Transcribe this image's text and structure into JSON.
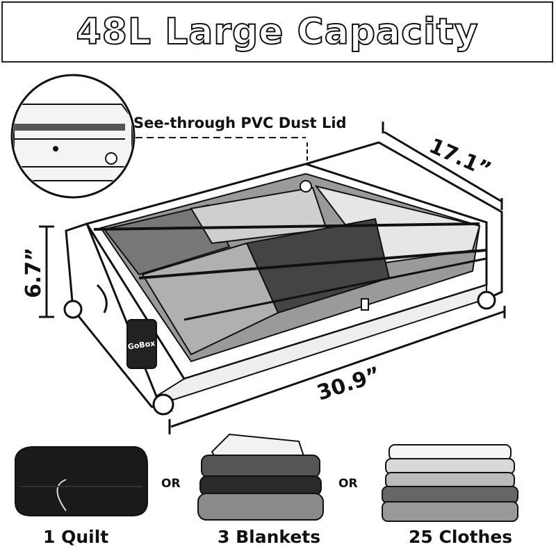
{
  "header": {
    "title": "48L Large Capacity"
  },
  "callout": {
    "lid_label": "See-through PVC Dust Lid"
  },
  "dimensions": {
    "depth": "17.1”",
    "height": "6.7”",
    "width": "30.9”"
  },
  "box": {
    "brand_tag": "GoBox"
  },
  "options": {
    "items": [
      {
        "caption": "1 Quilt",
        "icon": "folded-quilt-icon"
      },
      {
        "caption": "3 Blankets",
        "icon": "stacked-blankets-icon"
      },
      {
        "caption": "25 Clothes",
        "icon": "folded-clothes-icon"
      }
    ],
    "separator": "OR"
  },
  "colors": {
    "ink": "#111111",
    "background": "#ffffff"
  }
}
